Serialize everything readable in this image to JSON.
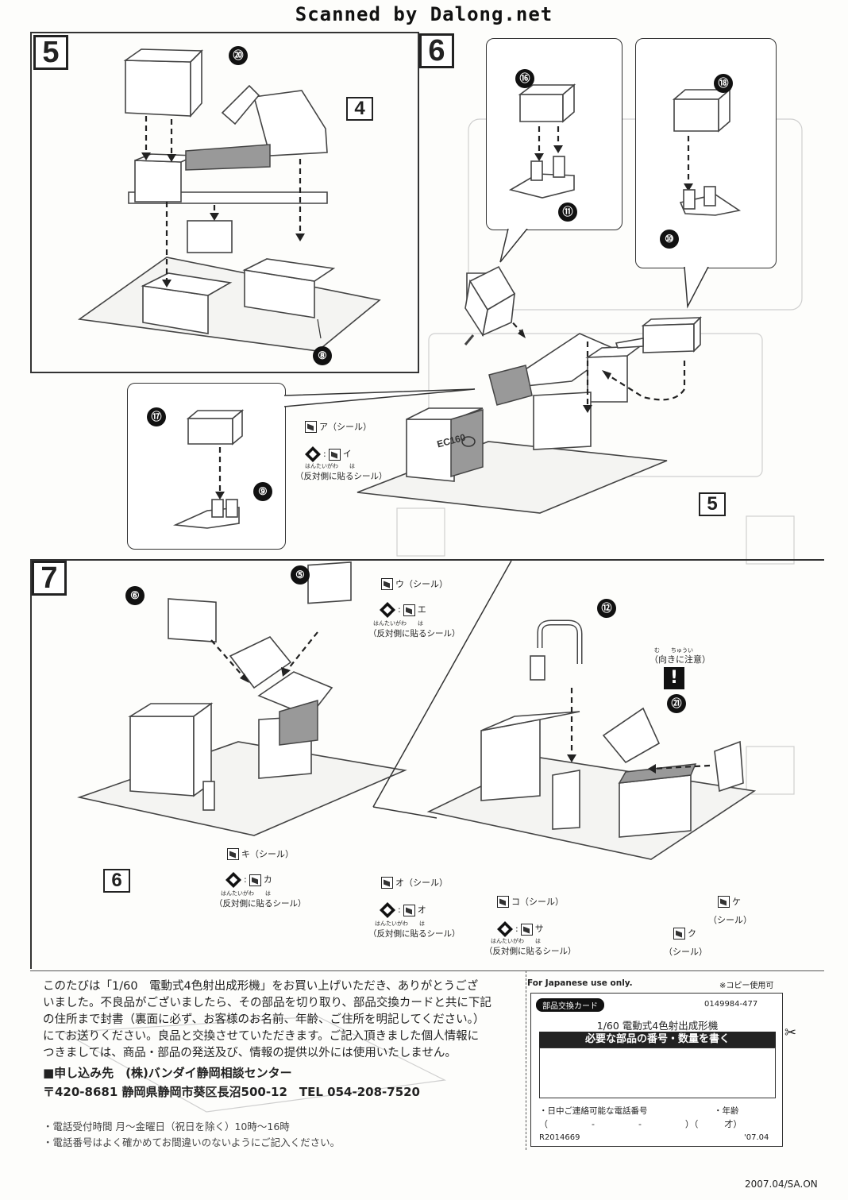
{
  "banner": "Scanned by Dalong.net",
  "steps": {
    "s5": {
      "num": "5",
      "part_a": "⑳",
      "ref_in": "4",
      "part_base": "⑧"
    },
    "s6": {
      "num": "6",
      "part_16": "⑯",
      "part_11": "⑪",
      "part_18": "⑱",
      "part_10": "⑩",
      "part_17": "⑰",
      "part_9": "⑨",
      "ref_out": "5",
      "model_mark": "EC160",
      "sticker_a": "ア（シール）",
      "sticker_b": "イ",
      "rev_note": "（反対側に貼るシール）",
      "rev_furigana": "はんたいがわ　　は"
    },
    "s7": {
      "num": "7",
      "part_6": "⑥",
      "part_5": "⑤",
      "part_12": "⑫",
      "part_21": "㉑",
      "ref_out": "6",
      "caution": "（向きに注意）",
      "caution_furigana": "む　　ちゅうい",
      "st_u": "ウ（シール）",
      "st_e": "エ",
      "st_ki": "キ（シール）",
      "st_ka": "カ",
      "st_o": "オ（シール）",
      "st_o2": "オ",
      "st_ko": "コ（シール）",
      "st_sa": "サ",
      "st_ke": "ケ",
      "st_ke_s": "（シール）",
      "st_ku": "ク",
      "st_ku_s": "（シール）",
      "rev_note": "（反対側に貼るシール）",
      "rev_furigana": "はんたいがわ　　は"
    }
  },
  "bottom": {
    "para": [
      "このたびは「1/60　電動式4色射出成形機」をお買い上げいただき、ありがとうござ",
      "いました。不良品がございましたら、その部品を切り取り、部品交換カードと共に下記",
      "の住所まで封書（裏面に必ず、お客様のお名前、年齢、ご住所を明記してください。）",
      "にてお送りください。良品と交換させていただきます。ご記入頂きました個人情報に",
      "つきましては、商品・部品の発送及び、情報の提供以外には使用いたしません。"
    ],
    "addr_title": "■申し込み先　(株)バンダイ静岡相談センター",
    "addr_line": "〒420-8681 静岡県静岡市葵区長沼500-12　TEL 054-208-7520",
    "note1": "・電話受付時間 月～金曜日（祝日を除く）10時～16時",
    "note2": "・電話番号はよく確かめてお間違いのないようにご記入ください。"
  },
  "card": {
    "for_jp": "For Japanese use only.",
    "copy_ok": "※コピー使用可",
    "label": "部品交換カード",
    "code": "0149984-477",
    "product": "1/60 電動式4色射出成形機",
    "header": "必要な部品の番号・数量を書く",
    "phone_label": "・日中ご連絡可能な電話番号",
    "age_label": "・年齢",
    "phone_fmt": "（　　　　　-　　　　　-　　　　　）（　　　才）",
    "serial": "R2014669",
    "year": "'07.04"
  },
  "footer": "2007.04/SA.ON"
}
